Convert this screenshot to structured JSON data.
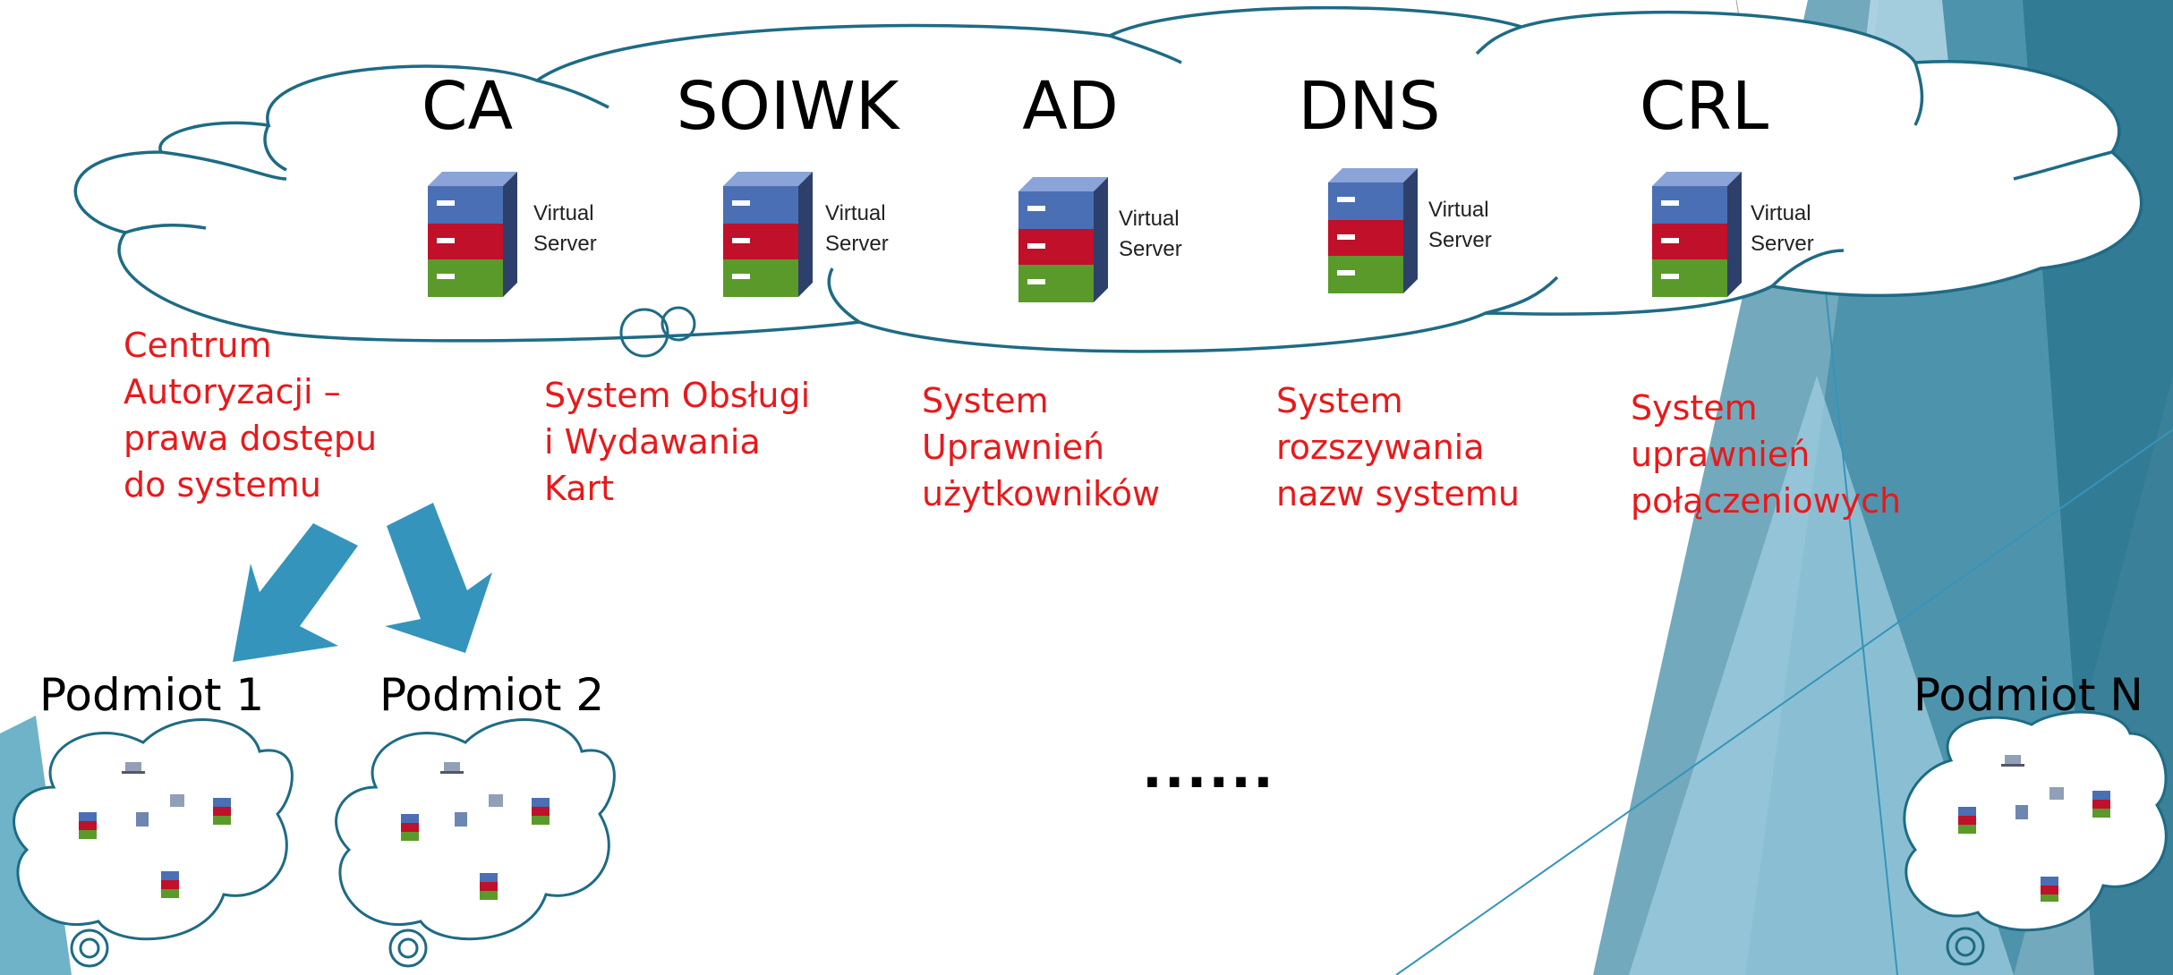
{
  "services": [
    {
      "name": "CA",
      "description": "Centrum\nAutoryzacji –\nprawa dostępu\ndo systemu"
    },
    {
      "name": "SOIWK",
      "description": "System Obsługi\ni Wydawania\nKart"
    },
    {
      "name": "AD",
      "description": "System\nUprawnień\nużytkowników"
    },
    {
      "name": "DNS",
      "description": "System\nrozszywania\nnazw systemu"
    },
    {
      "name": "CRL",
      "description": "System\nuprawnień\npołączeniowych"
    }
  ],
  "server_label": "Virtual\nServer",
  "entities": [
    {
      "name": "Podmiot 1"
    },
    {
      "name": "Podmiot 2"
    },
    {
      "name": "Podmiot N"
    }
  ],
  "ellipsis": "......",
  "colors": {
    "cloud_stroke": "#1e6b85",
    "arrow": "#3594bb",
    "description_text": "#e8191b",
    "server_top": "#4a6fb4",
    "server_mid": "#c0102a",
    "server_bottom": "#5a9a2a"
  },
  "icons": [
    "cloud-icon",
    "server-icon",
    "arrow-down-icon",
    "network-icon"
  ]
}
